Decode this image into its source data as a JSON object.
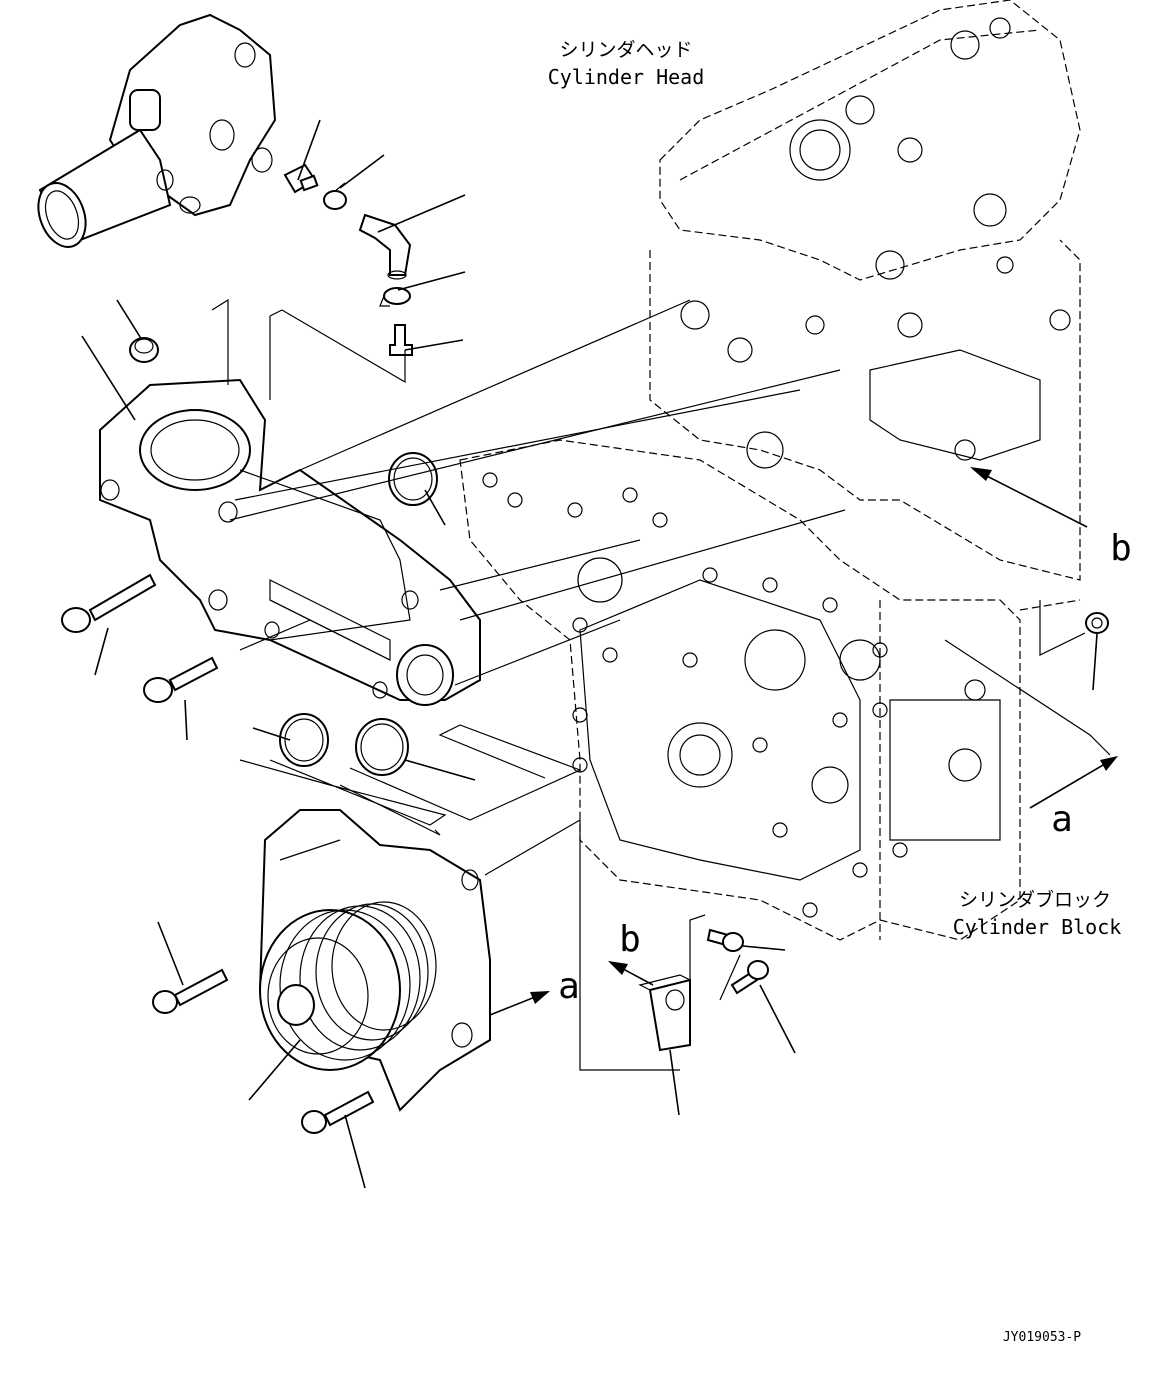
{
  "labels": {
    "cylinder_head_jp": "シリンダヘッド",
    "cylinder_head_en": "Cylinder Head",
    "cylinder_block_jp": "シリンダブロック",
    "cylinder_block_en": "Cylinder Block",
    "view_a_top": "a",
    "view_a_bottom": "a",
    "view_b_right": "b",
    "view_b_bottom": "b",
    "drawing_id": "JY019053-P"
  }
}
